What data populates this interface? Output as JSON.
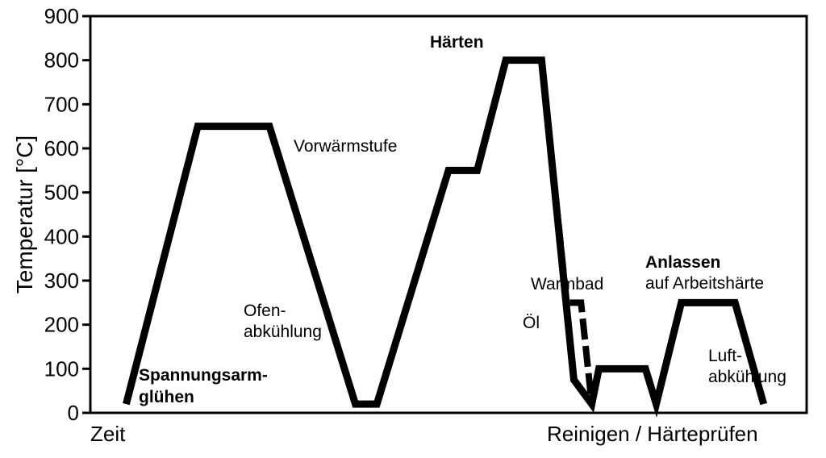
{
  "chart_data": {
    "type": "line",
    "ylabel": "Temperatur [°C]",
    "xlabel": "Zeit",
    "ylim": [
      0,
      900
    ],
    "y_ticks": [
      0,
      100,
      200,
      300,
      400,
      500,
      600,
      700,
      800,
      900
    ],
    "x_axis_note": "Reinigen / Härteprüfen",
    "grid": false,
    "legend": "none",
    "series": [
      {
        "style": "solid",
        "points": [
          [
            1.0,
            20
          ],
          [
            3.0,
            650
          ],
          [
            5.0,
            650
          ],
          [
            7.4,
            20
          ],
          [
            8.0,
            20
          ],
          [
            10.0,
            550
          ],
          [
            10.8,
            550
          ],
          [
            11.6,
            800
          ],
          [
            12.6,
            800
          ],
          [
            13.5,
            75
          ],
          [
            14.0,
            20
          ],
          [
            14.2,
            100
          ],
          [
            15.5,
            100
          ],
          [
            15.8,
            20
          ],
          [
            16.5,
            250
          ],
          [
            18.0,
            250
          ],
          [
            18.8,
            20
          ]
        ]
      },
      {
        "style": "dashed",
        "points": [
          [
            12.6,
            800
          ],
          [
            13.3,
            250
          ],
          [
            13.7,
            250
          ],
          [
            14.0,
            20
          ],
          [
            14.2,
            100
          ]
        ]
      }
    ],
    "annotations": [
      {
        "text": "Spannungsarm-",
        "bold": true
      },
      {
        "text": "glühen",
        "bold": true
      },
      {
        "text": "Ofen-",
        "bold": false
      },
      {
        "text": "abkühlung",
        "bold": false
      },
      {
        "text": "Vorwärmstufe",
        "bold": false
      },
      {
        "text": "Härten",
        "bold": true
      },
      {
        "text": "Warmbad",
        "bold": false
      },
      {
        "text": "Öl",
        "bold": false
      },
      {
        "text": "Anlassen",
        "bold": true
      },
      {
        "text": "auf Arbeitshärte",
        "bold": false
      },
      {
        "text": "Luft-",
        "bold": false
      },
      {
        "text": "abkühlung",
        "bold": false
      }
    ]
  }
}
